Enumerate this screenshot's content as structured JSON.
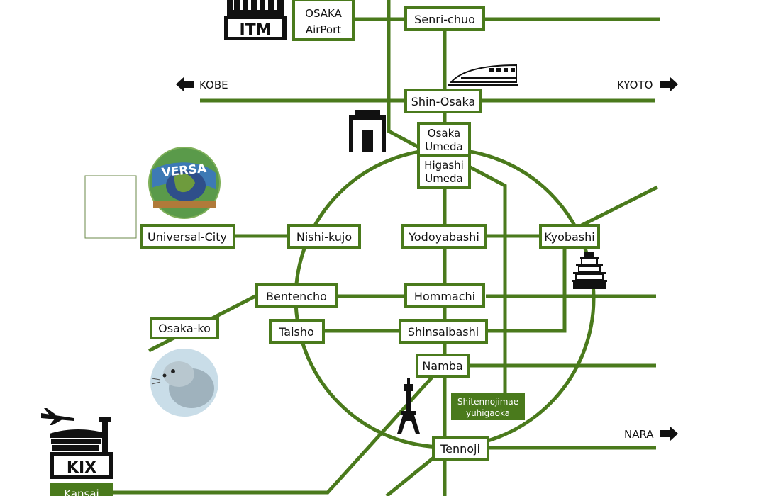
{
  "colors": {
    "line": "#4a7a1c",
    "station_border": "#4a7a1c",
    "station_fill": "#ffffff",
    "highlight_fill": "#4a7a1c",
    "text": "#111111",
    "highlight_text": "#ffffff"
  },
  "stations": {
    "osaka_airport_1": "OSAKA",
    "osaka_airport_2": "AirPort",
    "senri_chuo": "Senri-chuo",
    "shin_osaka": "Shin-Osaka",
    "osaka_umeda_1": "Osaka",
    "osaka_umeda_2": "Umeda",
    "higashi_umeda_1": "Higashi",
    "higashi_umeda_2": "Umeda",
    "universal_city": "Universal-City",
    "nishi_kujo": "Nishi-kujo",
    "yodoyabashi": "Yodoyabashi",
    "kyobashi": "Kyobashi",
    "bentencho": "Bentencho",
    "hommachi": "Hommachi",
    "osaka_ko": "Osaka-ko",
    "taisho": "Taisho",
    "shinsaibashi": "Shinsaibashi",
    "namba": "Namba",
    "shitennojimae_1": "Shitennojimae",
    "shitennojimae_2": "yuhigaoka",
    "tennoji": "Tennoji",
    "kansai": "Kansai"
  },
  "directions": {
    "kobe": "KOBE",
    "kyoto": "KYOTO",
    "nara": "NARA"
  },
  "landmarks": {
    "itm": "ITM",
    "kix": "KIX",
    "universal_globe": "VERSA"
  },
  "icons": [
    "airport-terminal-icon",
    "shinkansen-icon",
    "umeda-building-icon",
    "universal-globe-icon",
    "osaka-castle-icon",
    "seal-aquarium-icon",
    "tsutenkaku-tower-icon",
    "airplane-icon",
    "kix-terminal-icon"
  ]
}
